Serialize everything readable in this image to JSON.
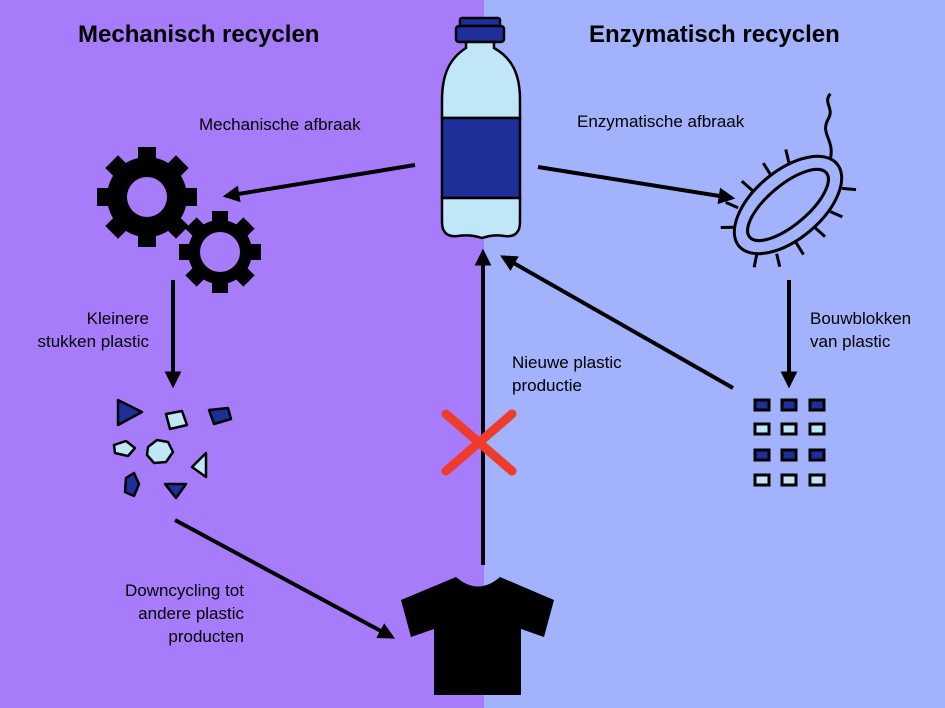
{
  "colors": {
    "left_bg": "#a77cfb",
    "right_bg": "#a2b2fc",
    "navy": "#1f2f9a",
    "light_blue": "#bfe7f7",
    "cross": "#ef3b2c",
    "black": "#000000"
  },
  "headings": {
    "mechanical": "Mechanisch recyclen",
    "enzymatic": "Enzymatisch recyclen"
  },
  "labels": {
    "mechanical_breakdown": "Mechanische afbraak",
    "enzymatic_breakdown": "Enzymatische afbraak",
    "smaller_pieces": "Kleinere\nstukken plastic",
    "building_blocks": "Bouwblokken\nvan plastic",
    "new_production": "Nieuwe plastic\nproductie",
    "downcycling": "Downcycling tot\nandere plastic\nproducten"
  },
  "icons": {
    "bottle": "plastic-bottle-icon",
    "gears": "gears-icon",
    "bacterium": "bacterium-icon",
    "fragments": "plastic-fragments-icon",
    "blocks": "building-blocks-icon",
    "shirt": "t-shirt-icon",
    "cross": "red-cross-icon"
  }
}
